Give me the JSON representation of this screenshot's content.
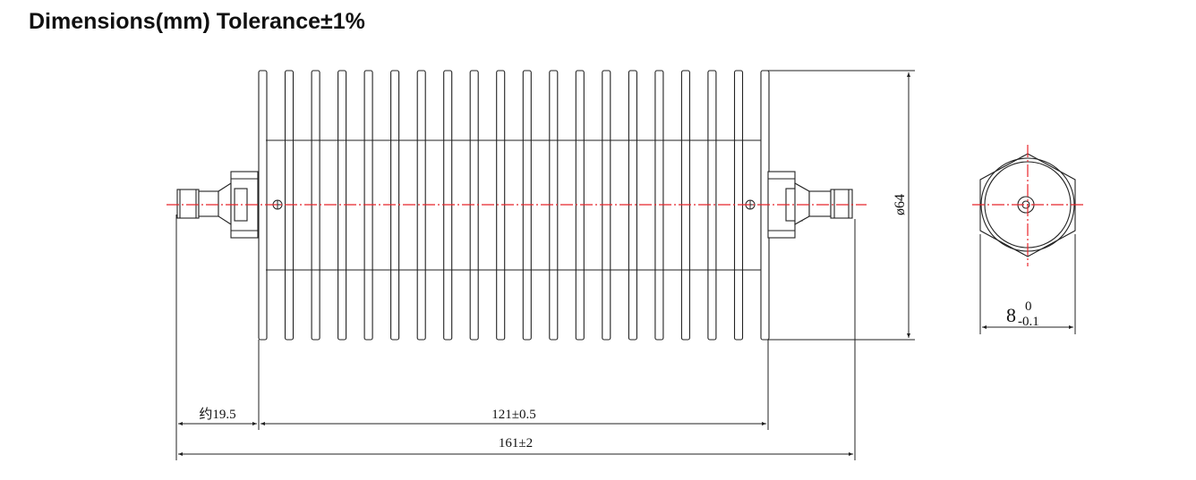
{
  "header": {
    "title": "Dimensions(mm) Tolerance±1%"
  },
  "drawing": {
    "dimensions": {
      "connector_length": "约19.5",
      "body_length": "121±0.5",
      "overall_length": "161±2",
      "diameter": "ø64",
      "hex_size_base": "8",
      "hex_size_upper": "0",
      "hex_size_lower": "-0.1"
    },
    "colors": {
      "line": "#222222",
      "centerline": "#e8252b",
      "background": "#ffffff"
    }
  }
}
